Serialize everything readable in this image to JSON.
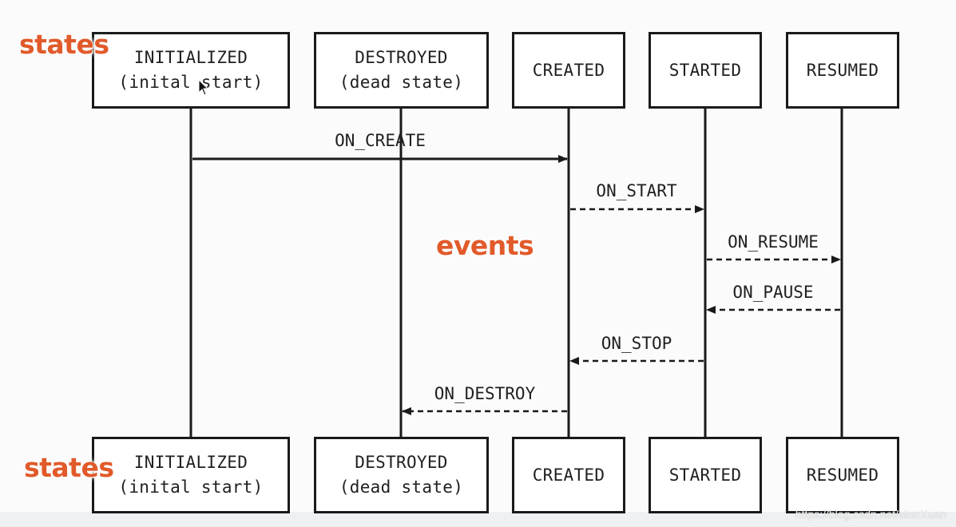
{
  "top_states": [
    {
      "line1": "INITIALIZED",
      "line2": "(inital start)"
    },
    {
      "line1": "DESTROYED",
      "line2": "(dead state)"
    },
    {
      "line1": "CREATED",
      "line2": ""
    },
    {
      "line1": "STARTED",
      "line2": ""
    },
    {
      "line1": "RESUMED",
      "line2": ""
    }
  ],
  "bottom_states": [
    {
      "line1": "INITIALIZED",
      "line2": "(inital start)"
    },
    {
      "line1": "DESTROYED",
      "line2": "(dead state)"
    },
    {
      "line1": "CREATED",
      "line2": ""
    },
    {
      "line1": "STARTED",
      "line2": ""
    },
    {
      "line1": "RESUMED",
      "line2": ""
    }
  ],
  "annotations": {
    "states_top": "states",
    "events": "events",
    "states_bottom": "states"
  },
  "events": [
    {
      "label": "ON_CREATE",
      "from": 0,
      "to": 2,
      "style": "solid"
    },
    {
      "label": "ON_START",
      "from": 2,
      "to": 3,
      "style": "dashed"
    },
    {
      "label": "ON_RESUME",
      "from": 3,
      "to": 4,
      "style": "dashed"
    },
    {
      "label": "ON_PAUSE",
      "from": 4,
      "to": 3,
      "style": "dashed"
    },
    {
      "label": "ON_STOP",
      "from": 3,
      "to": 2,
      "style": "dashed"
    },
    {
      "label": "ON_DESTROY",
      "from": 2,
      "to": 1,
      "style": "dashed"
    }
  ],
  "watermark": "https://blog.csdn.net/akerXuan",
  "colors": {
    "accent": "#e15a2a",
    "line": "#1a1a1a"
  }
}
